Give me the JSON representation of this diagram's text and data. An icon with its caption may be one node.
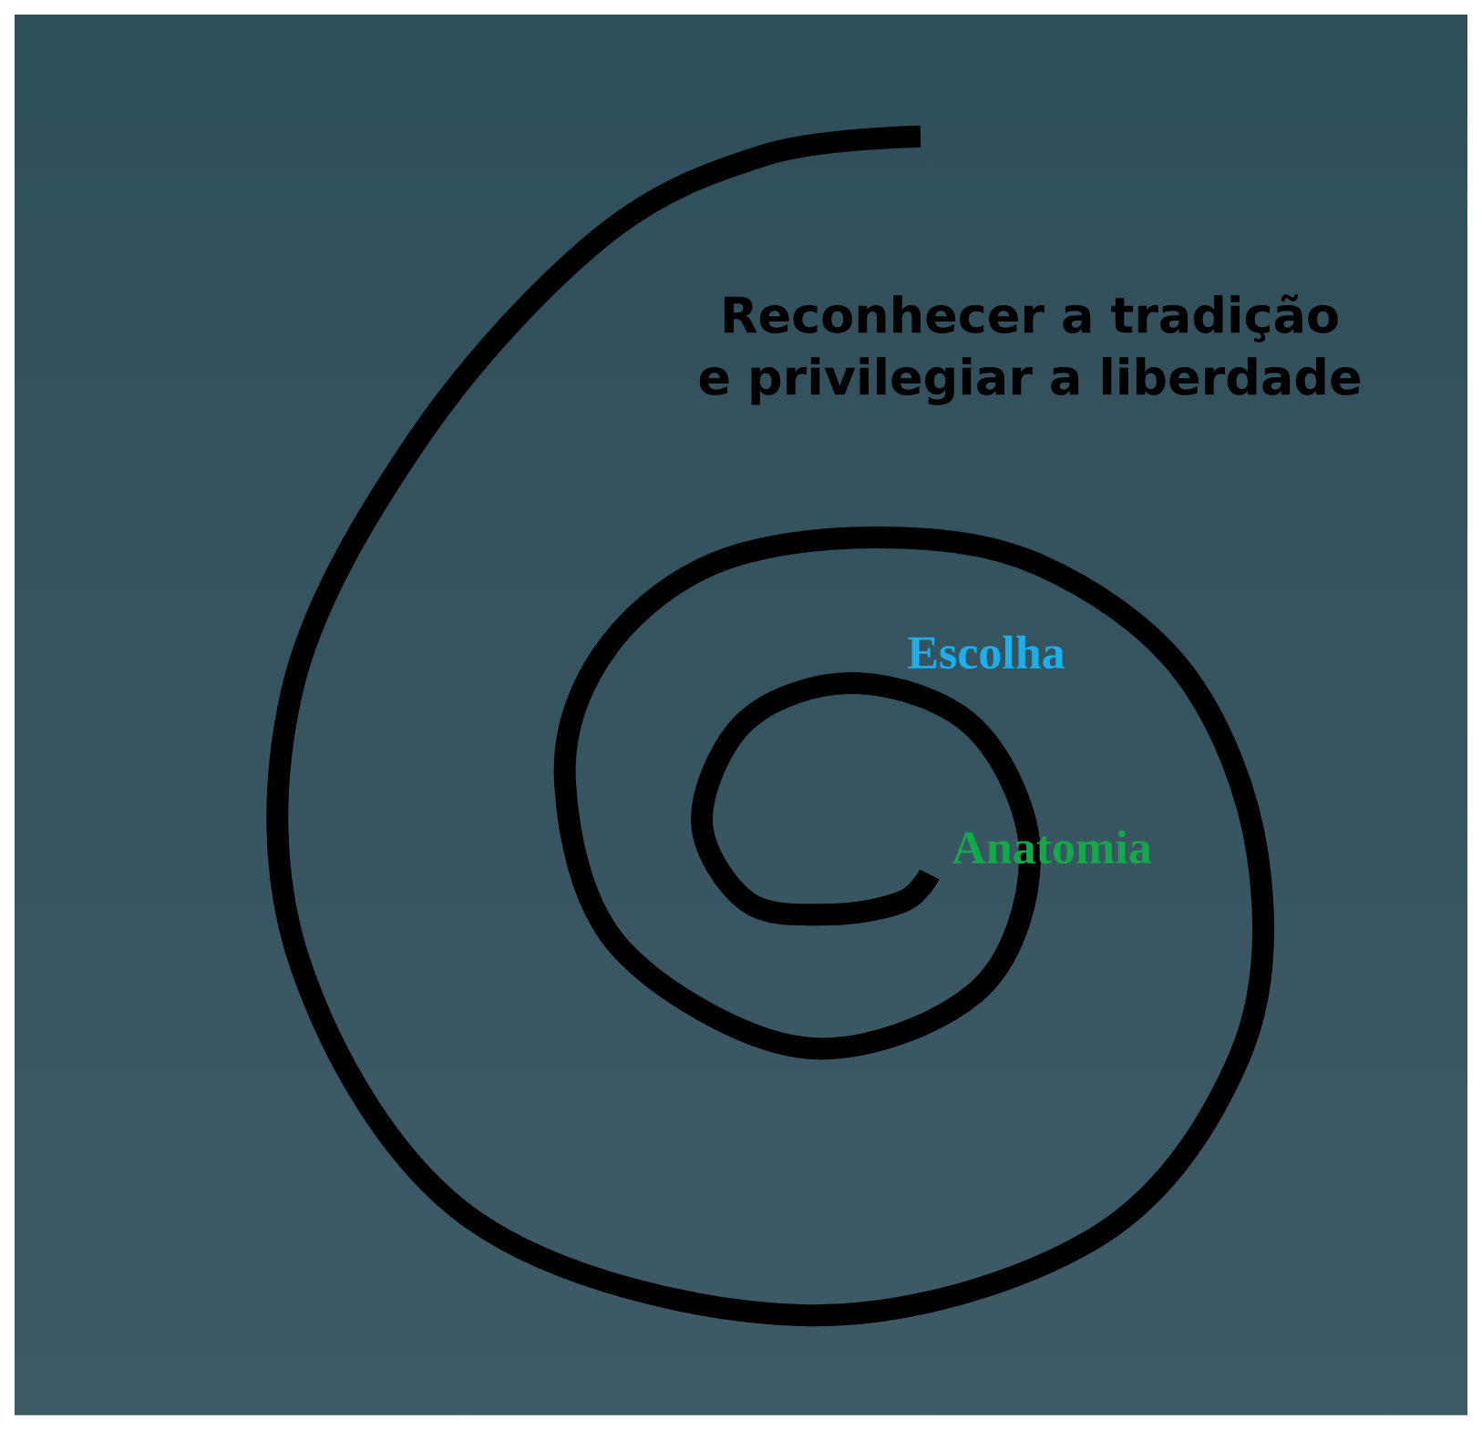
{
  "diagram": {
    "labels": [
      "Reconhecer a tradição e privilegiar a liberdade",
      "Escolha",
      "Anatomia"
    ]
  }
}
